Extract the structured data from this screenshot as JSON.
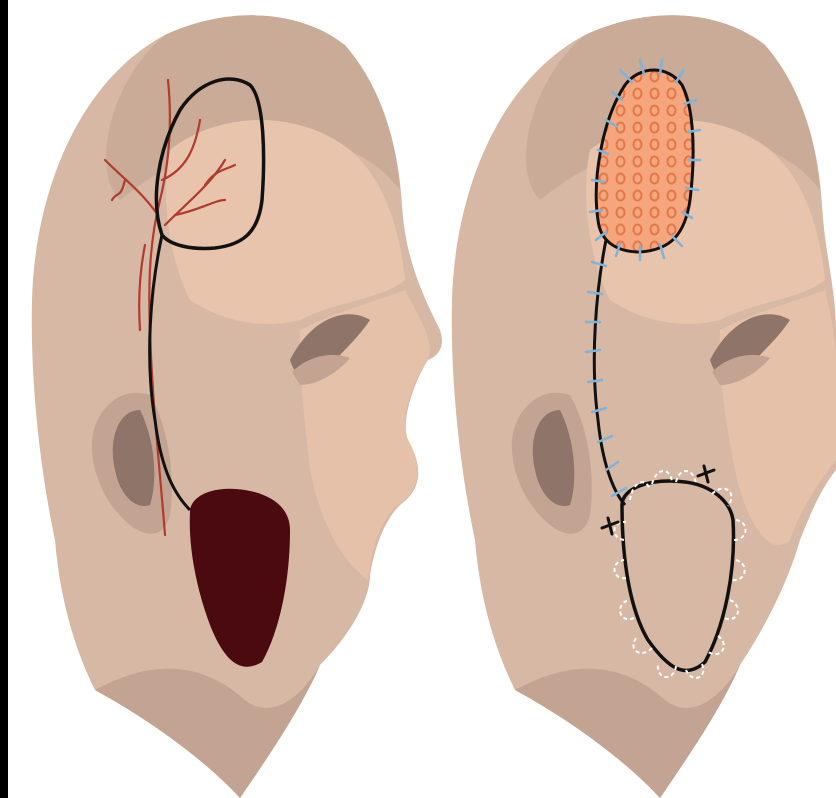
{
  "figure": {
    "panels": [
      {
        "id": "before",
        "flap": "forehead-flap",
        "defect": "cheek-defect"
      },
      {
        "id": "after",
        "flap": "transposed-flap",
        "donor": "skin-grafted-donor-site"
      }
    ],
    "colors": {
      "background": "#000000",
      "canvas": "#ffffff",
      "skin_light": "#e8c4ad",
      "skin_mid": "#d6b8a5",
      "skin_shadow": "#c3a392",
      "skin_dark": "#8f7469",
      "outline": "#111111",
      "vessel": "#b33a2e",
      "defect": "#4a0a0f",
      "graft_fill": "#f5a67d",
      "graft_pattern": "#e3774a",
      "suture_blue": "#7fb3d8",
      "suture_white": "#ffffff"
    }
  }
}
